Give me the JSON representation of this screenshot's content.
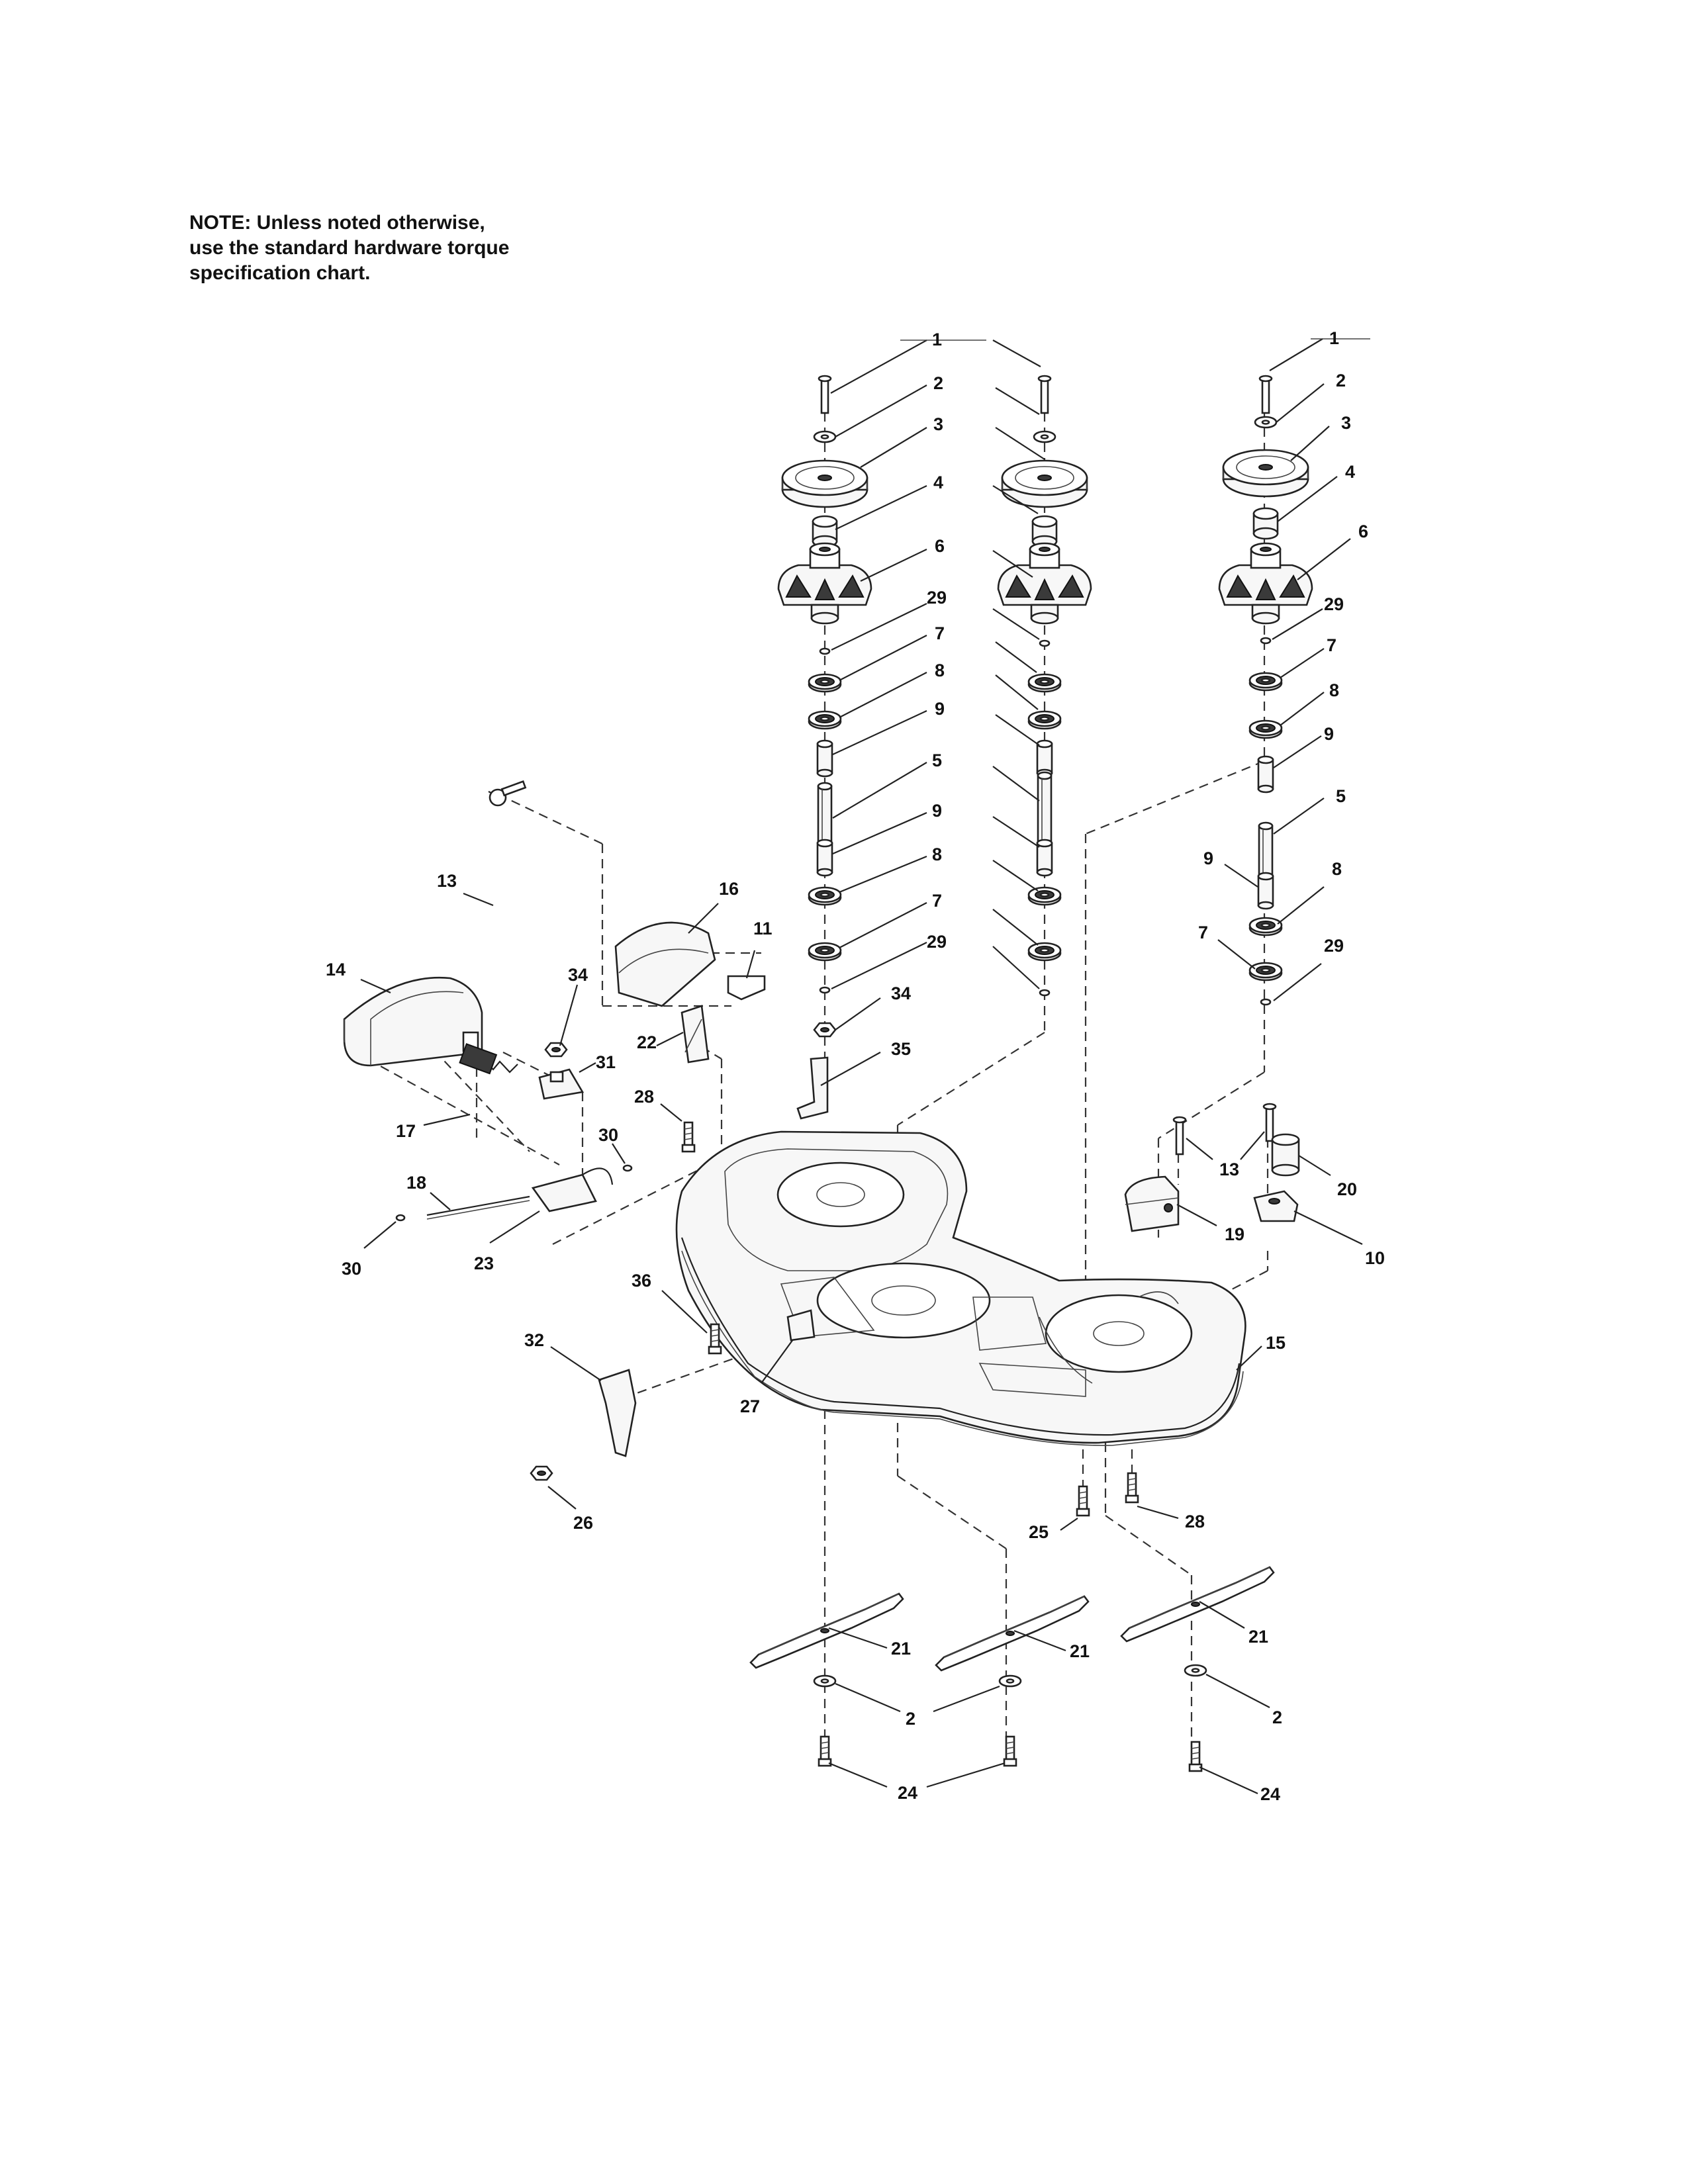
{
  "note": {
    "lines": [
      "NOTE: Unless noted otherwise,",
      "use the standard hardware torque",
      "specification chart."
    ]
  },
  "callouts": {
    "c1": "1",
    "c2": "2",
    "c3": "3",
    "c4": "4",
    "c5": "5",
    "c6": "6",
    "c7": "7",
    "c8": "8",
    "c9": "9",
    "c10": "10",
    "c11": "11",
    "c13": "13",
    "c14": "14",
    "c15": "15",
    "c16": "16",
    "c17": "17",
    "c18": "18",
    "c19": "19",
    "c20": "20",
    "c21": "21",
    "c22": "22",
    "c23": "23",
    "c24": "24",
    "c25": "25",
    "c26": "26",
    "c27": "27",
    "c28": "28",
    "c29": "29",
    "c30": "30",
    "c31": "31",
    "c32": "32",
    "c34": "34",
    "c35": "35",
    "c36": "36"
  }
}
